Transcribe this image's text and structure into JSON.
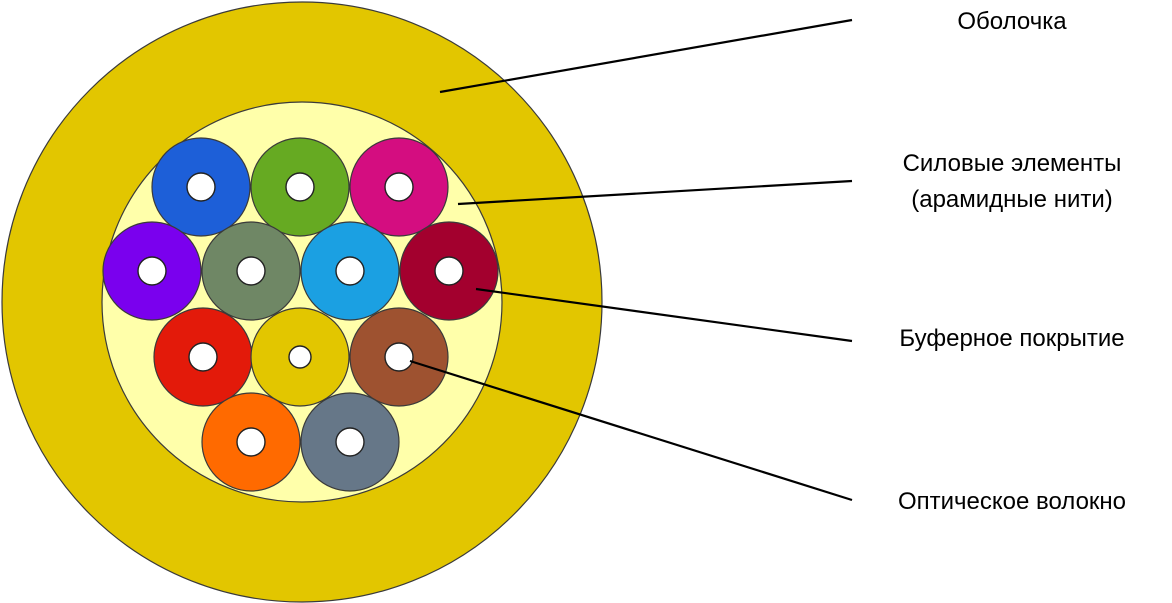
{
  "labels": {
    "sheath": "Оболочка",
    "strength_line1": "Силовые элементы",
    "strength_line2": "(арамидные нити)",
    "buffer": "Буферное покрытие",
    "fiber": "Оптическое волокно"
  },
  "colors": {
    "sheath": "#e2c600",
    "aramid_fill": "#ffffaa",
    "outline": "#3a3a3a",
    "core": "#ffffff"
  },
  "fibers": [
    {
      "id": "blue",
      "color": "#1d5fd8"
    },
    {
      "id": "green",
      "color": "#66aa22"
    },
    {
      "id": "magenta",
      "color": "#d40d80"
    },
    {
      "id": "violet",
      "color": "#7a00ee"
    },
    {
      "id": "olive-grey",
      "color": "#6f8765"
    },
    {
      "id": "sky-blue",
      "color": "#1ba0e2"
    },
    {
      "id": "crimson",
      "color": "#a3002e"
    },
    {
      "id": "red",
      "color": "#e31a0a"
    },
    {
      "id": "yellow",
      "color": "#e2c600"
    },
    {
      "id": "brown",
      "color": "#9e5230"
    },
    {
      "id": "orange",
      "color": "#ff6a00"
    },
    {
      "id": "slate",
      "color": "#667788"
    }
  ]
}
